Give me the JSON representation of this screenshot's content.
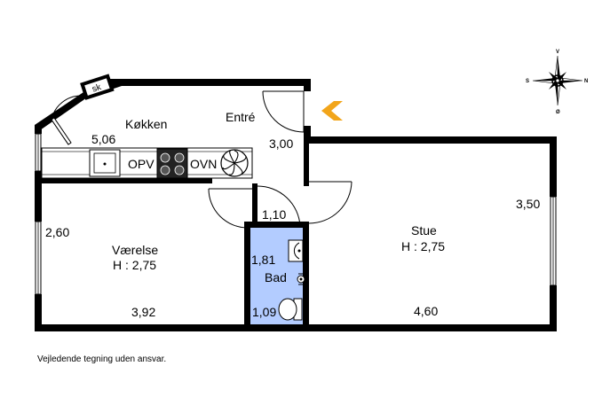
{
  "rooms": {
    "kitchen": {
      "name": "Køkken",
      "width": "5,06"
    },
    "entry": {
      "name": "Entré",
      "width": "3,00"
    },
    "bedroom": {
      "name": "Værelse",
      "height_label": "H : 2,75",
      "side": "2,60",
      "width": "3,92"
    },
    "living": {
      "name": "Stue",
      "height_label": "H : 2,75",
      "side": "3,50",
      "width": "4,60"
    },
    "bath": {
      "name": "Bad",
      "side": "1,81",
      "width": "1,09",
      "top": "1,10"
    }
  },
  "appliances": {
    "closet": "sk",
    "dishwasher": "OPV",
    "oven": "OVN"
  },
  "compass": {
    "north": "N",
    "south": "S",
    "east": "Ø",
    "west": "V"
  },
  "colors": {
    "bath_fill": "#b3ccff",
    "entrance_arrow": "#f2a51a",
    "walls": "#000000"
  },
  "disclaimer": "Vejledende tegning uden ansvar."
}
